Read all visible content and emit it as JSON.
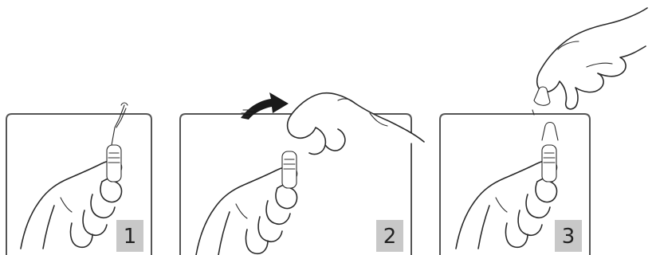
{
  "steps": [
    {
      "number": "1"
    },
    {
      "number": "2"
    },
    {
      "number": "3"
    }
  ],
  "icons": {
    "rotation_arrow": "curved-arrow-icon",
    "ampoule": "ampoule-icon",
    "hand": "hand-icon",
    "cap": "ampoule-tip-icon"
  },
  "colors": {
    "frame": "#555555",
    "line": "#2a2a2a",
    "badge": "#c8c8c8",
    "arrow": "#1a1a1a"
  }
}
